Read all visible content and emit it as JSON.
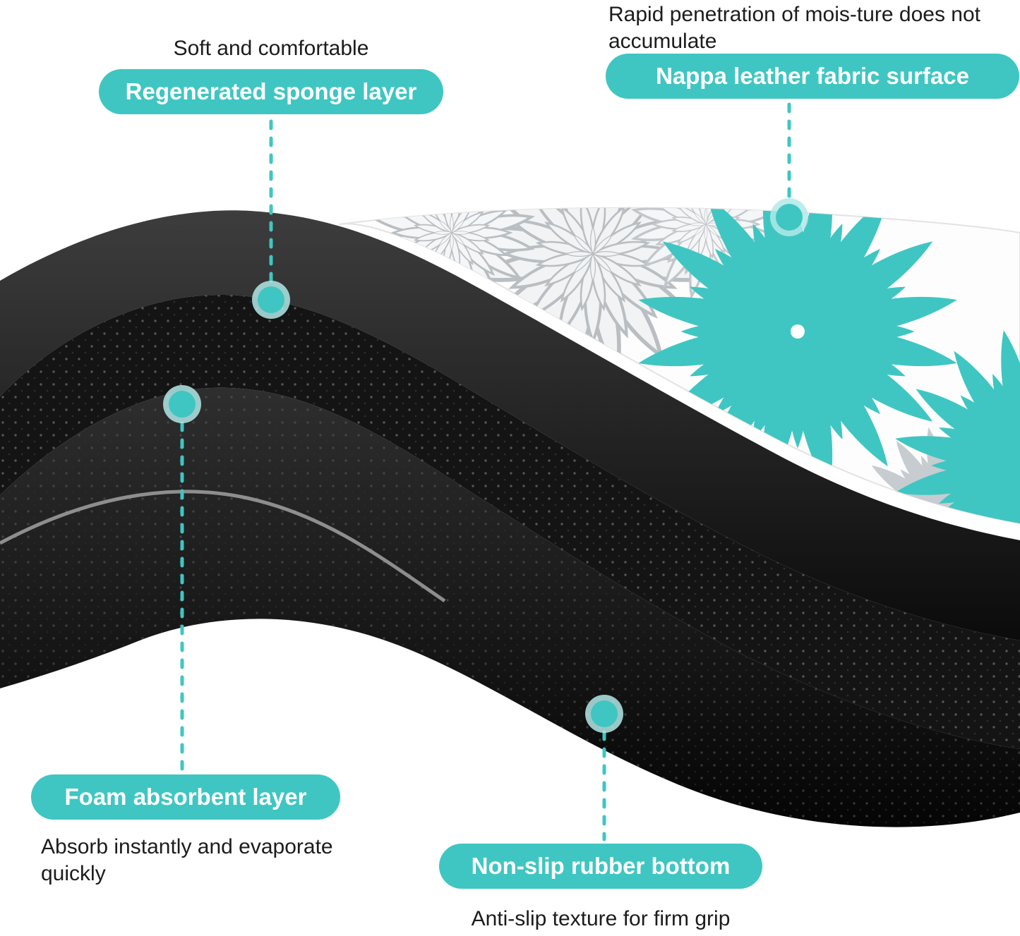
{
  "colors": {
    "accent": "#3FC6C2",
    "accent_soft": "#B2E9E7",
    "text": "#1C1C1C",
    "background": "#FFFFFF",
    "mat_black": "#0B0B0B",
    "flower_teal": "#3FC6C2",
    "flower_gray": "#C7CCD0"
  },
  "callouts": {
    "sponge": {
      "note": "Soft and comfortable",
      "label": "Regenerated sponge layer"
    },
    "surface": {
      "note": "Rapid penetration of mois-ture does not accumulate",
      "label": "Nappa leather fabric surface"
    },
    "foam": {
      "label": "Foam absorbent layer",
      "note": "Absorb instantly and evaporate quickly"
    },
    "rubber": {
      "label": "Non-slip rubber bottom",
      "note": "Anti-slip texture for firm grip"
    }
  }
}
